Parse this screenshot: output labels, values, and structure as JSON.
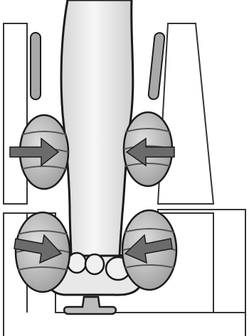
{
  "diagram": {
    "subject": "leg-in-massager",
    "components": [
      "leg",
      "foot",
      "upper-rollers",
      "lower-rollers",
      "pressure-arrows",
      "side-panels",
      "base-housing",
      "pedal"
    ],
    "colors": {
      "outline": "#1a1a1a",
      "leg_fill": "#e6e6e6",
      "leg_highlight": "#f7f7f7",
      "roller_fill": "#c9c9c9",
      "roller_shade": "#9a9a9a",
      "arrow_fill": "#6b6b6b",
      "panel_stroke": "#333333",
      "slot_fill": "#a8a8a8"
    }
  }
}
